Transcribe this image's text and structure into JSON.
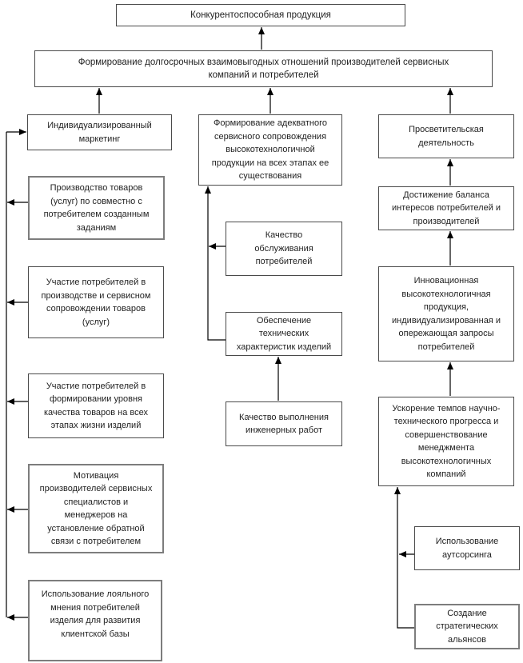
{
  "diagram": {
    "type": "flowchart",
    "language": "ru",
    "colors": {
      "box_fill": "#ffffff",
      "box_border": "#4a4a4a",
      "text": "#1f1f1f",
      "line": "#000000"
    },
    "nodes": {
      "competitive_products": {
        "label": "Конкурентоспособная продукция"
      },
      "long_term_relations": {
        "label": "Формирование долгосрочных взаимовыгодных отношений производителей сервисных\nкомпаний и потребителей"
      },
      "individualized_marketing": {
        "label": "Индивидуализированный\nмаркетинг"
      },
      "joint_production": {
        "label": "Производство товаров\n(услуг) по совместно с\nпотребителем созданным\nзаданиям"
      },
      "consumer_participation_production": {
        "label": "Участие потребителей в\nпроизводстве и сервисном\nсопровождении товаров\n(услуг)"
      },
      "consumer_participation_quality": {
        "label": "Участие потребителей в\nформировании уровня\nкачества товаров на всех\nэтапах жизни изделий"
      },
      "motivation_feedback": {
        "label": "Мотивация\nпроизводителей сервисных\nспециалистов и\nменеджеров на\nустановление обратной\nсвязи с потребителем"
      },
      "loyal_opinion": {
        "label": "Использование лояльного\nмнения потребителей\nизделия для развития\nклиентской базы"
      },
      "adequate_service": {
        "label": "Формирование адекватного\nсервисного сопровождения\nвысокотехнологичной\nпродукции на всех этапах ее\nсуществования"
      },
      "service_quality": {
        "label": "Качество\nобслуживания\nпотребителей"
      },
      "technical_characteristics": {
        "label": "Обеспечение\nтехнических\nхарактеристик изделий"
      },
      "engineering_quality": {
        "label": "Качество выполнения\nинженерных работ"
      },
      "educational_activity": {
        "label": "Просветительская\nдеятельность"
      },
      "balance_of_interests": {
        "label": "Достижение баланса\nинтересов потребителей и\nпроизводителей"
      },
      "innovative_products": {
        "label": "Инновационная\nвысокотехнологичная\nпродукция,\nиндивидуализированная и\nопережающая запросы\nпотребителей"
      },
      "progress_acceleration": {
        "label": "Ускорение темпов научно-\nтехнического прогресса и\nсовершенствование\nменеджмента\nвысокотехнологичных\nкомпаний"
      },
      "outsourcing": {
        "label": "Использование\nаутсорсинга"
      },
      "strategic_alliances": {
        "label": "Создание\nстратегических\nальянсов"
      }
    },
    "edges": [
      {
        "from": "long_term_relations",
        "to": "competitive_products"
      },
      {
        "from": "individualized_marketing",
        "to": "long_term_relations"
      },
      {
        "from": "adequate_service",
        "to": "long_term_relations"
      },
      {
        "from": "educational_activity",
        "to": "long_term_relations"
      },
      {
        "from": "joint_production",
        "to": "individualized_marketing"
      },
      {
        "from": "consumer_participation_production",
        "to": "individualized_marketing"
      },
      {
        "from": "consumer_participation_quality",
        "to": "individualized_marketing"
      },
      {
        "from": "motivation_feedback",
        "to": "individualized_marketing"
      },
      {
        "from": "loyal_opinion",
        "to": "individualized_marketing"
      },
      {
        "from": "service_quality",
        "to": "adequate_service"
      },
      {
        "from": "technical_characteristics",
        "to": "adequate_service"
      },
      {
        "from": "engineering_quality",
        "to": "technical_characteristics"
      },
      {
        "from": "balance_of_interests",
        "to": "educational_activity"
      },
      {
        "from": "innovative_products",
        "to": "balance_of_interests"
      },
      {
        "from": "progress_acceleration",
        "to": "innovative_products"
      },
      {
        "from": "outsourcing",
        "to": "progress_acceleration"
      },
      {
        "from": "strategic_alliances",
        "to": "progress_acceleration"
      }
    ]
  }
}
